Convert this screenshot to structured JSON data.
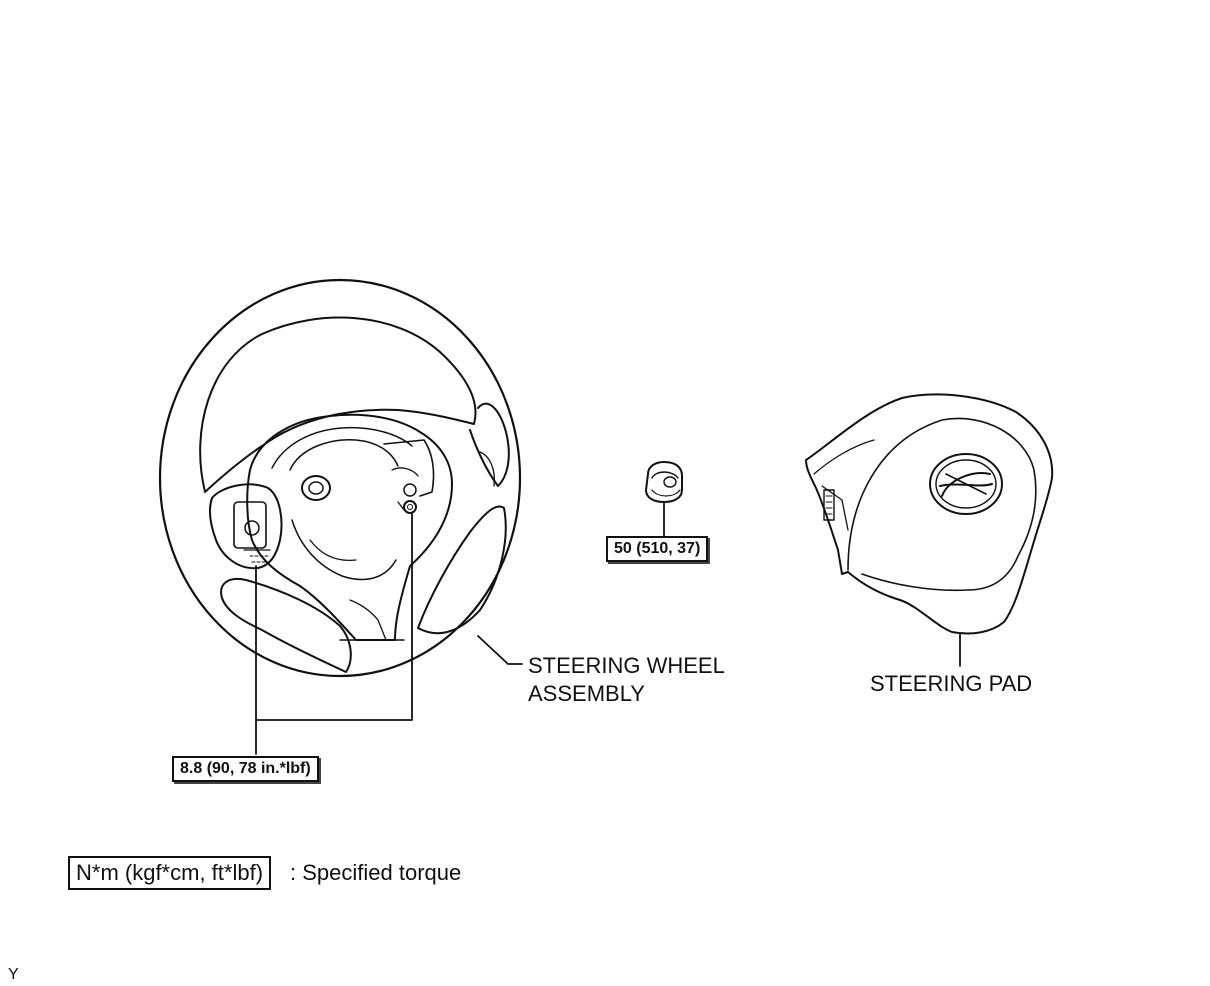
{
  "labels": {
    "steering_wheel_line1": "STEERING WHEEL",
    "steering_wheel_line2": "ASSEMBLY",
    "steering_pad": "STEERING PAD"
  },
  "torque_specs": {
    "nut": "50 (510, 37)",
    "screws": "8.8 (90, 78 in.*lbf)"
  },
  "legend": {
    "box_text": "N*m (kgf*cm, ft*lbf)",
    "description": ": Specified torque"
  },
  "figure_code": "Y",
  "colors": {
    "line": "#111111",
    "background": "#ffffff"
  }
}
